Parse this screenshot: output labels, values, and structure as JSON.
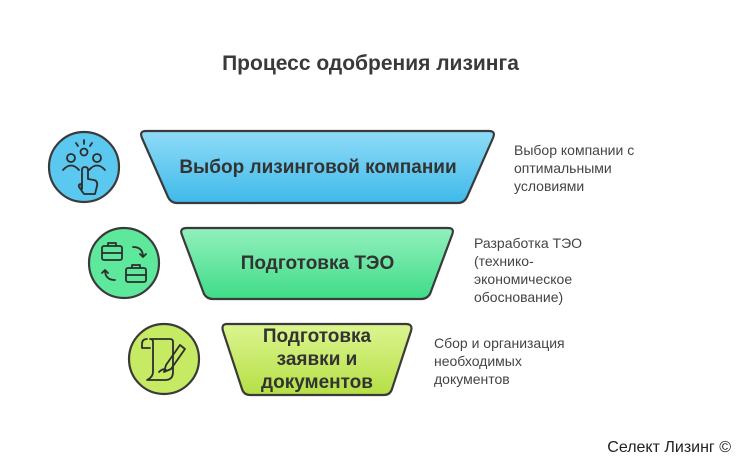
{
  "title": "Процесс одобрения лизинга",
  "stages": [
    {
      "label": "Выбор лизинговой компании",
      "description_lines": [
        "Выбор компании с",
        "оптимальными",
        "условиями"
      ],
      "color": "#5bc8f0",
      "icon": "people-pointer-icon"
    },
    {
      "label": "Подготовка ТЭО",
      "description_lines": [
        "Разработка ТЭО",
        "(технико-",
        "экономическое",
        "обоснование)"
      ],
      "color": "#5ee89c",
      "icon": "briefcase-swap-icon"
    },
    {
      "label_lines": [
        "Подготовка",
        "заявки и",
        "документов"
      ],
      "description_lines": [
        "Сбор и организация",
        "необходимых",
        "документов"
      ],
      "color": "#c6ea63",
      "icon": "document-pen-icon"
    }
  ],
  "footer": "Селект Лизинг ©"
}
